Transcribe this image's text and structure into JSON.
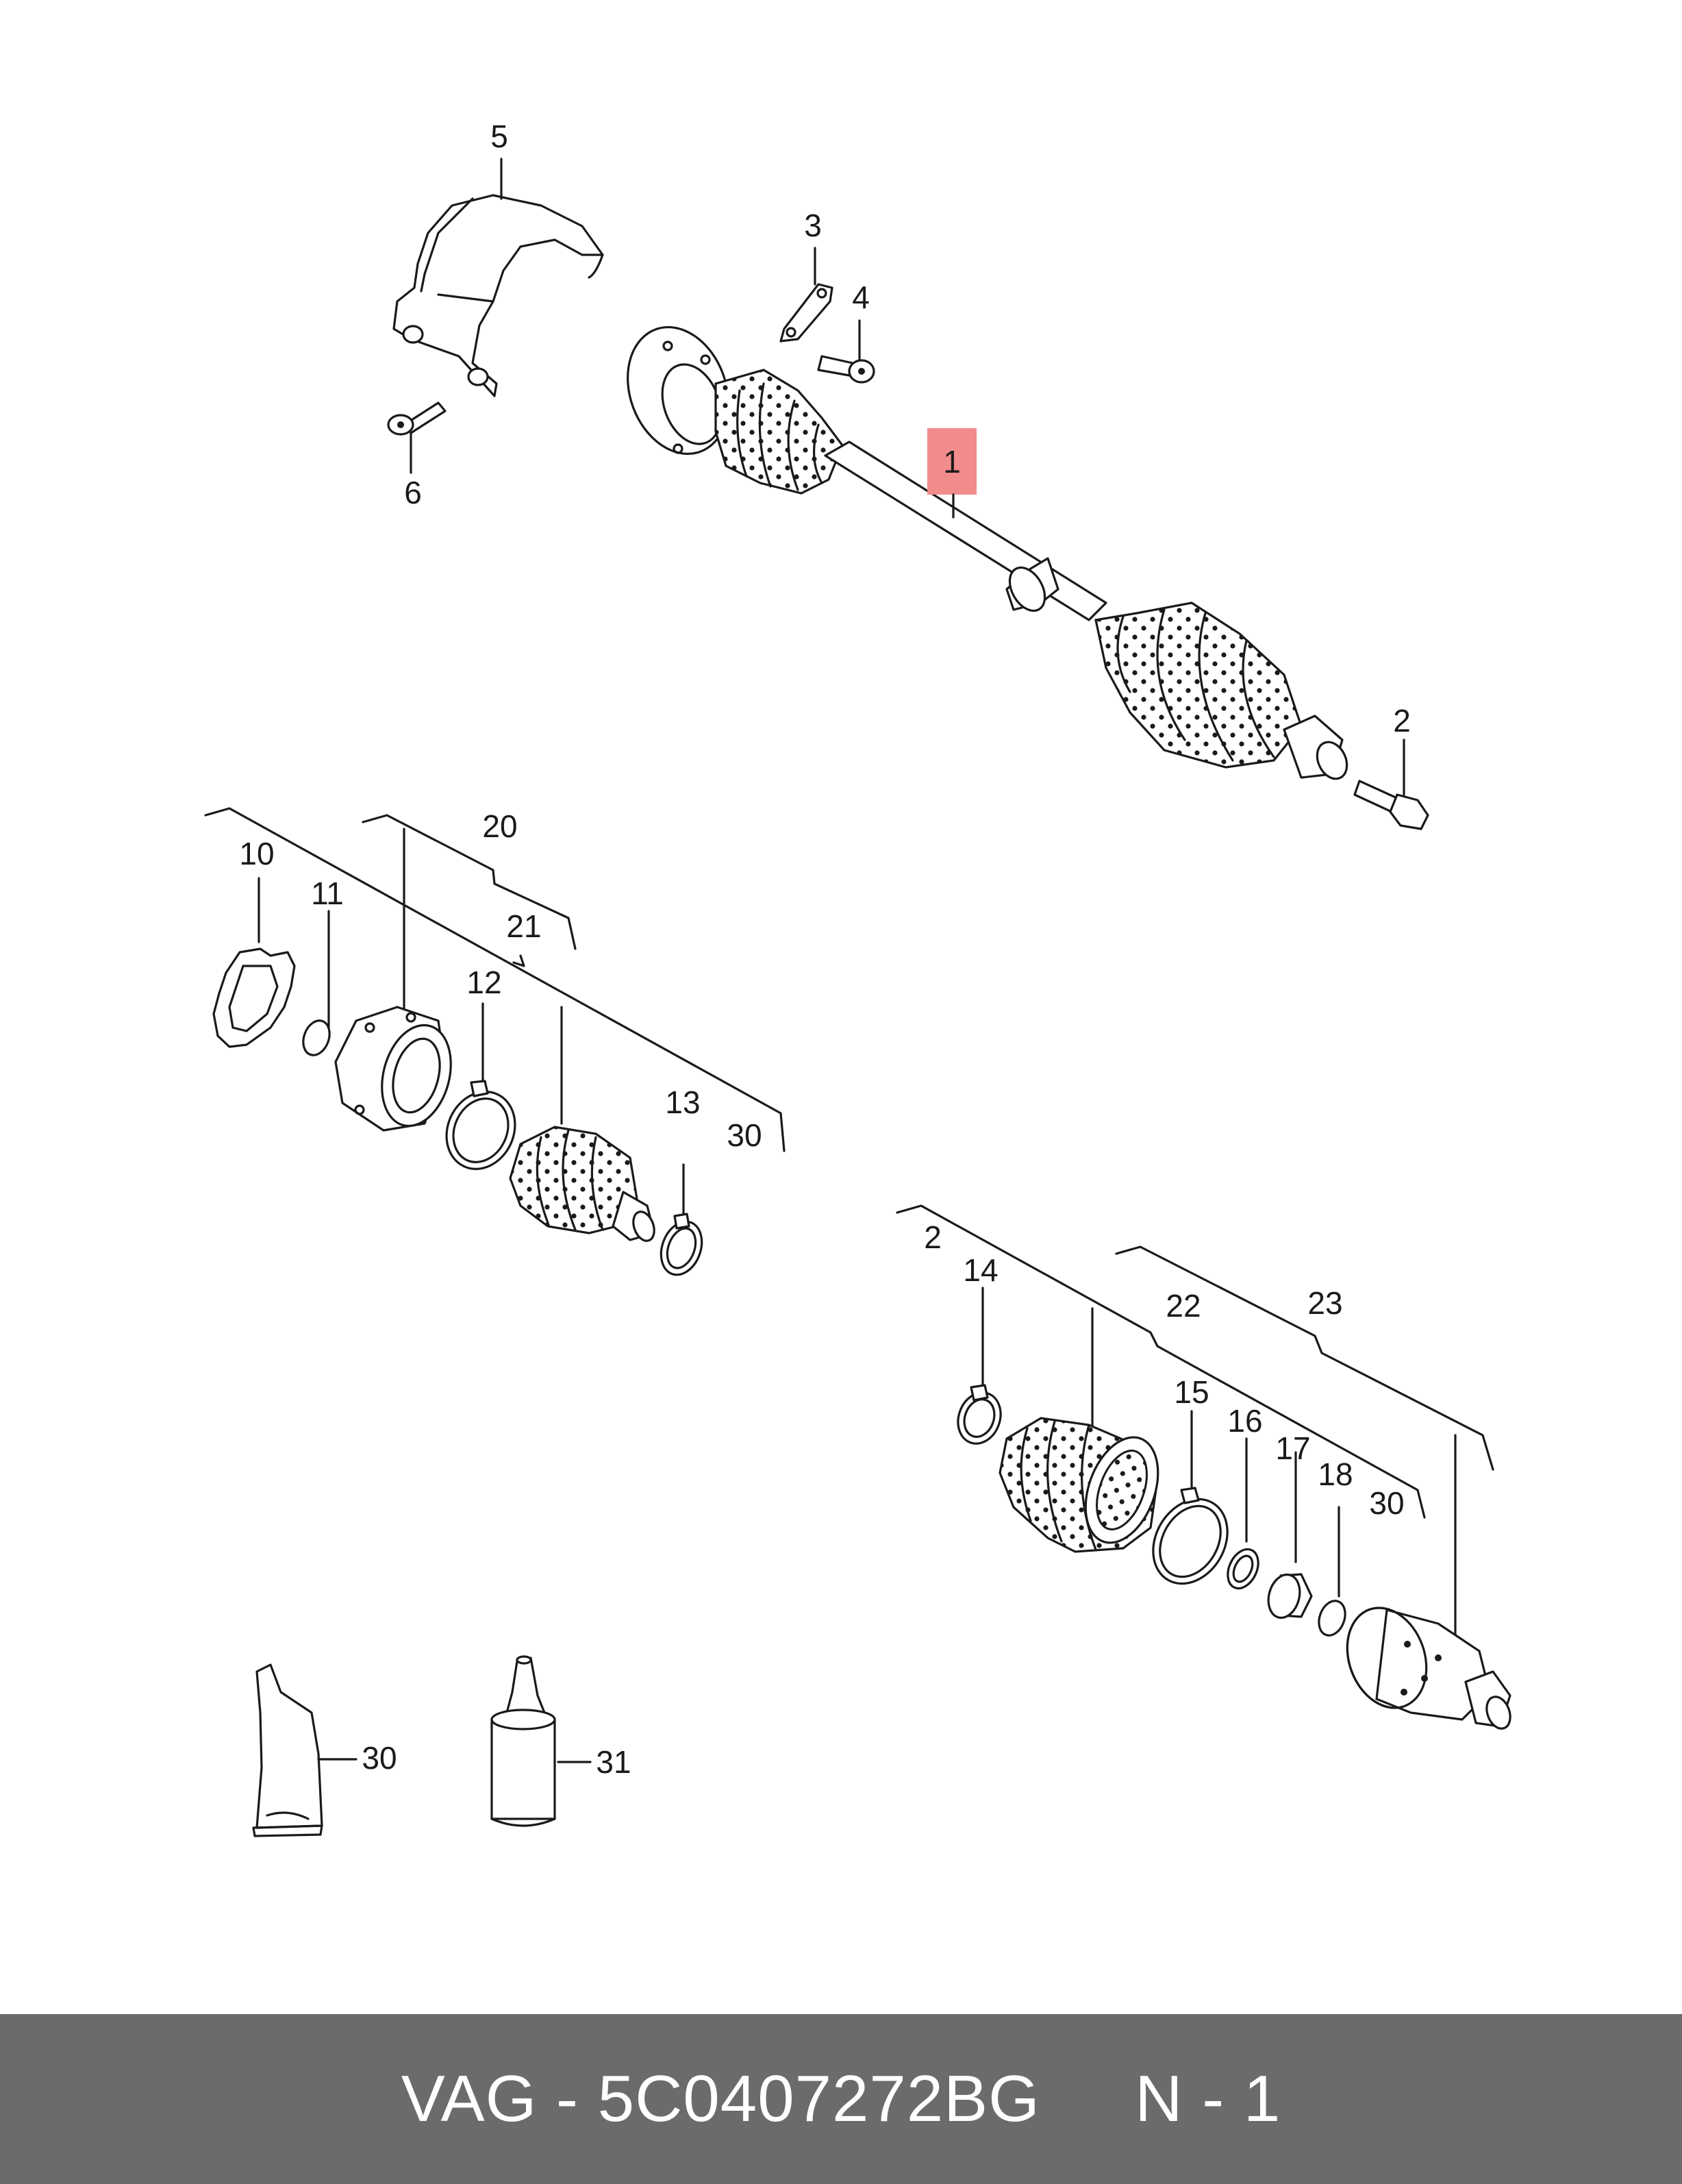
{
  "footer": {
    "text": "VAG - 5C0407272BG     N - 1"
  },
  "highlight_color": "#f28b8b",
  "callouts": {
    "c1": "1",
    "c2a": "2",
    "c3": "3",
    "c4": "4",
    "c5": "5",
    "c6": "6",
    "c10": "10",
    "c11": "11",
    "c12": "12",
    "c13": "13",
    "c20": "20",
    "c21": "21",
    "c30a": "30",
    "c2b": "2",
    "c14": "14",
    "c15": "15",
    "c16": "16",
    "c17": "17",
    "c18": "18",
    "c22": "22",
    "c23": "23",
    "c30b": "30",
    "c30c": "30",
    "c31": "31"
  }
}
